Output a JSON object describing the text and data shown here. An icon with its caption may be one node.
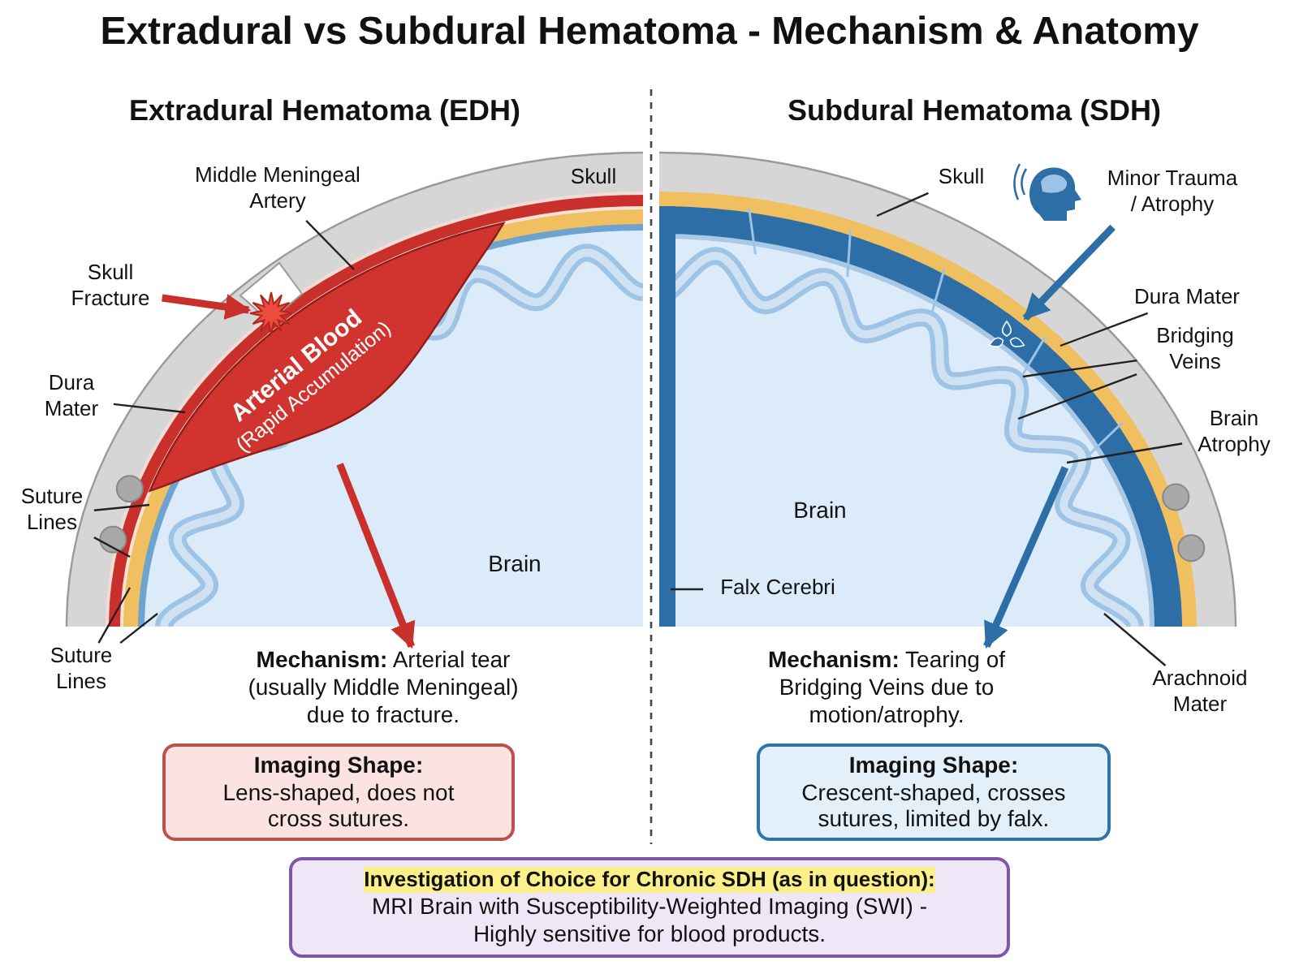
{
  "diagram": {
    "title": "Extradural vs Subdural Hematoma - Mechanism & Anatomy",
    "nodes": [
      {
        "text": [
          "Middle Meningeal Artery"
        ]
      },
      {
        "text": [
          "Skull Fracture"
        ]
      },
      {
        "text": [
          "Arterial Blood",
          "(Rapid Accumulation)"
        ]
      },
      {
        "text": [
          "Dura Mater"
        ]
      },
      {
        "text": [
          "Suture Lines"
        ]
      },
      {
        "text": [
          "Suture Lines"
        ]
      },
      {
        "text": [
          "**Mechanism:** Arterial tear (usually Middle Meningeal) due to fracture."
        ]
      },
      {
        "text": [
          "Imaging Shape:",
          "Lens-shaped, does not cross sutures."
        ]
      },
      {
        "text": [
          "Skull"
        ]
      },
      {
        "text": [
          "Minor Trauma / Atrophy"
        ]
      },
      {
        "text": [
          "Dura Mater"
        ]
      },
      {
        "text": [
          "Bridging Veins"
        ]
      },
      {
        "text": [
          "Brain Atrophy"
        ]
      },
      {
        "text": [
          "Falx Cerebri"
        ]
      },
      {
        "text": [
          "Arachnoid Mater"
        ]
      },
      {
        "text": [
          "**Mechanism:** Tearing of Bridging Veins due to motion/atrophy."
        ]
      },
      {
        "text": [
          "Imaging Shape:",
          "Crescent-shaped, crosses sutures, limited by falx."
        ]
      },
      {
        "text": [
          "Investigation of Choice for Chronic SDH (as in question):",
          "MRI Brain with Susceptibility-Weighted Imaging (SWI) - Highly sensitive for blood products."
        ]
      },
      {
        "text": [],
        "shape": "picture"
      },
      {
        "text": [],
        "shape": "picture"
      }
    ],
    "edges": [
      {
        "from": 0,
        "to": null,
        "arrow": "none"
      },
      {
        "from": 1,
        "to": 18,
        "arrow": "to",
        "style": "thick",
        "color": "#c9302c"
      },
      {
        "from": 3,
        "to": null,
        "arrow": "none"
      },
      {
        "from": 4,
        "to": null,
        "arrow": "none"
      },
      {
        "from": 4,
        "to": null,
        "arrow": "none"
      },
      {
        "from": 5,
        "to": null,
        "arrow": "none"
      },
      {
        "from": 5,
        "to": null,
        "arrow": "none"
      },
      {
        "from": 2,
        "to": 6,
        "arrow": "to",
        "style": "thick",
        "color": "#c9302c"
      },
      {
        "from": 8,
        "to": null,
        "arrow": "none"
      },
      {
        "from": 9,
        "to": 19,
        "arrow": "to",
        "style": "thick",
        "color": "#2e6ea6"
      },
      {
        "from": 10,
        "to": null,
        "arrow": "none"
      },
      {
        "from": 11,
        "to": null,
        "arrow": "none"
      },
      {
        "from": 11,
        "to": null,
        "arrow": "none"
      },
      {
        "from": 12,
        "to": null,
        "arrow": "none"
      },
      {
        "from": null,
        "to": 15,
        "arrow": "to",
        "style": "thick",
        "color": "#2e6ea6"
      },
      {
        "from": 13,
        "to": null,
        "arrow": "none"
      },
      {
        "from": 14,
        "to": null,
        "arrow": "none"
      }
    ],
    "labels": [
      "Extradural Hematoma (EDH)",
      "Subdural Hematoma (SDH)",
      "Skull",
      "Brain",
      "Brain"
    ]
  }
}
